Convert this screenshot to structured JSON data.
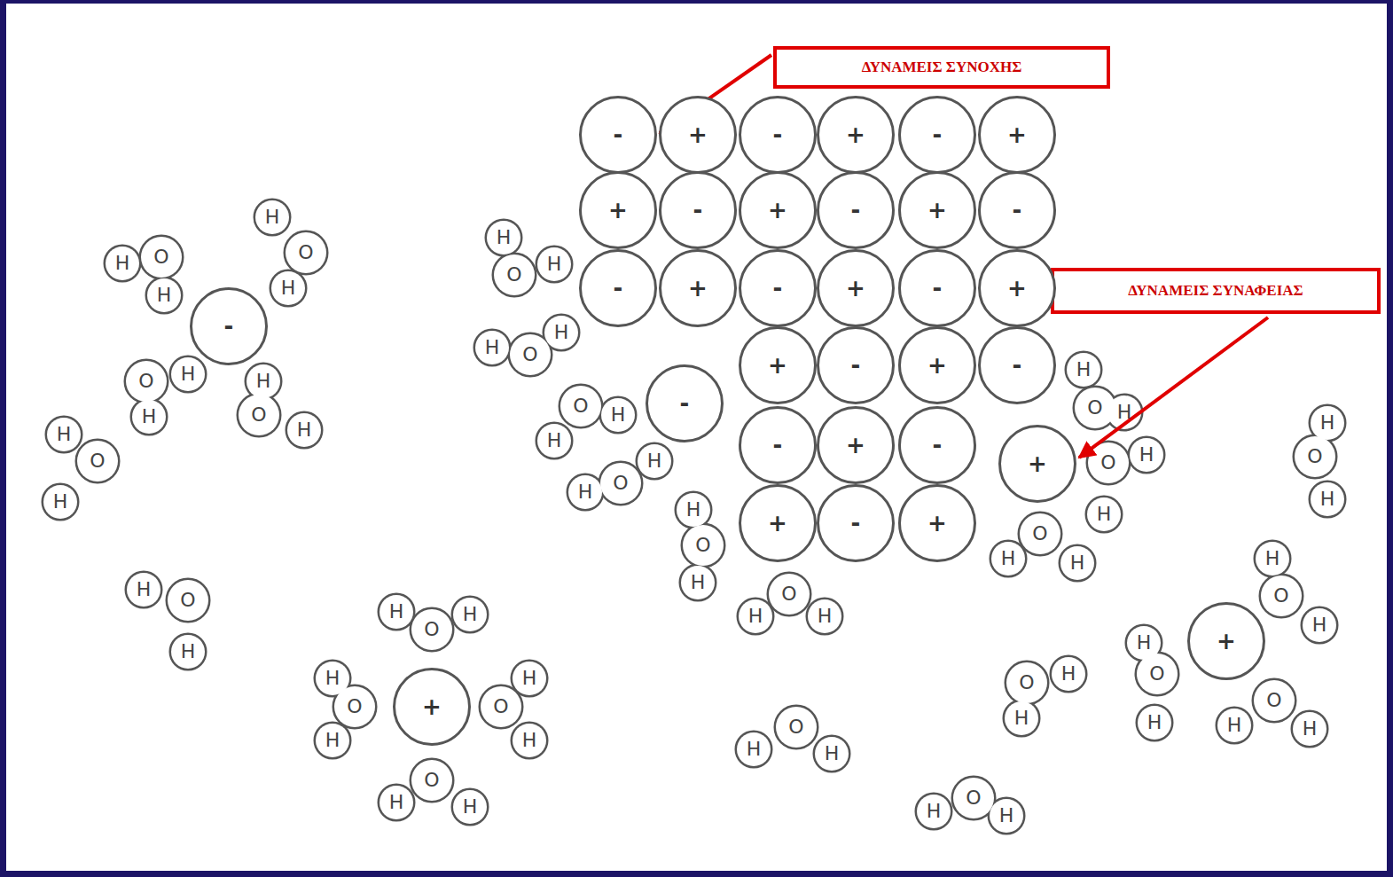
{
  "diagram": {
    "nodes": [
      {
        "text": [
          "ΔΥΝΑΜΕΙΣ ΣΥΝΟΧΗΣ"
        ]
      },
      {
        "text": [
          "ΔΥΝΑΜΕΙΣ ΣΥΝΑΦΕΙΑΣ"
        ]
      },
      {
        "text": [
          "-"
        ]
      },
      {
        "text": [
          "+"
        ]
      },
      {
        "text": [
          "-"
        ]
      },
      {
        "text": [
          "+"
        ]
      },
      {
        "text": [
          "-"
        ]
      },
      {
        "text": [
          "+"
        ]
      },
      {
        "text": [
          "+"
        ]
      },
      {
        "text": [
          "-"
        ]
      },
      {
        "text": [
          "+"
        ]
      },
      {
        "text": [
          "-"
        ]
      },
      {
        "text": [
          "+"
        ]
      },
      {
        "text": [
          "-"
        ]
      },
      {
        "text": [
          "-"
        ]
      },
      {
        "text": [
          "+"
        ]
      },
      {
        "text": [
          "-"
        ]
      },
      {
        "text": [
          "+"
        ]
      },
      {
        "text": [
          "-"
        ]
      },
      {
        "text": [
          "+"
        ]
      },
      {
        "text": [
          "-"
        ]
      },
      {
        "text": [
          "+"
        ]
      },
      {
        "text": [
          "-"
        ]
      },
      {
        "text": [
          "+"
        ]
      },
      {
        "text": [
          "-"
        ]
      },
      {
        "text": [
          "-"
        ]
      },
      {
        "text": [
          "-"
        ]
      },
      {
        "text": [
          "+"
        ]
      },
      {
        "text": [
          "-"
        ]
      },
      {
        "text": [
          "+"
        ]
      },
      {
        "text": [
          "+"
        ]
      },
      {
        "text": [
          "-"
        ]
      },
      {
        "text": [
          "+"
        ]
      },
      {
        "text": [
          "+"
        ]
      },
      {
        "text": [
          "+"
        ]
      }
    ],
    "labels": [
      "H",
      "O",
      "H",
      "H",
      "O",
      "H",
      "O",
      "H",
      "H",
      "H",
      "O",
      "H",
      "H",
      "O",
      "H",
      "H",
      "O",
      "H",
      "H",
      "O",
      "H",
      "H",
      "O",
      "H",
      "H",
      "O",
      "H",
      "H",
      "O",
      "H",
      "H",
      "O",
      "H",
      "H",
      "O",
      "H",
      "H",
      "O",
      "H",
      "H",
      "O",
      "H",
      "H",
      "O",
      "H",
      "H",
      "O",
      "H",
      "H",
      "O",
      "H",
      "O",
      "H",
      "H",
      "H",
      "O",
      "H",
      "H",
      "O",
      "H",
      "H",
      "O",
      "H",
      "H",
      "O",
      "H",
      "H",
      "O",
      "H",
      "O",
      "H",
      "H",
      "H",
      "O",
      "H",
      "H",
      "O",
      "H"
    ]
  }
}
